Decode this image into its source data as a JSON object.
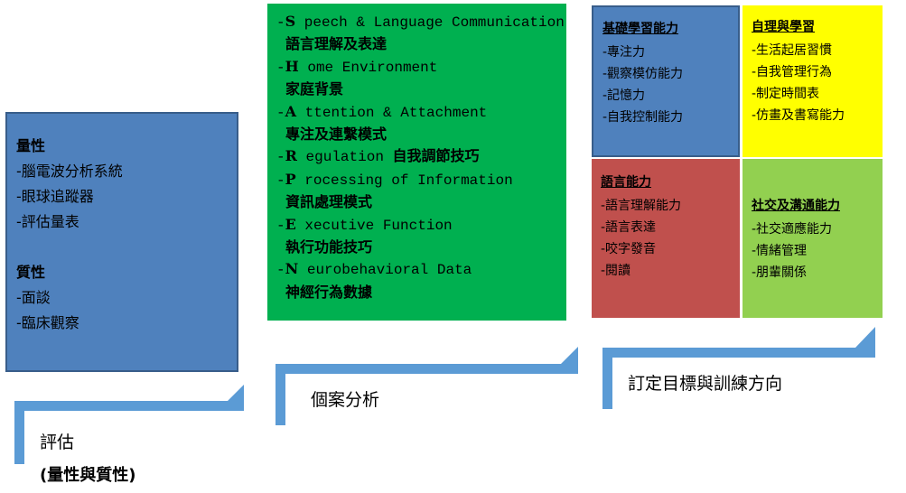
{
  "assessment": {
    "quantitative_title": "量性",
    "quantitative_items": [
      "-腦電波分析系統",
      "-眼球追蹤器",
      "-評估量表"
    ],
    "qualitative_title": "質性",
    "qualitative_items": [
      "-面談",
      "-臨床觀察"
    ],
    "label_line1": "評估",
    "label_line2": "(量性與質性)"
  },
  "case_analysis": {
    "items": [
      {
        "dash": "-",
        "letter": "S",
        "rest": " peech & Language Communication",
        "zh_inline": "",
        "zh_line": "語言理解及表達"
      },
      {
        "dash": "-",
        "letter": "H",
        "rest": " ome Environment",
        "zh_inline": "",
        "zh_line": "家庭背景"
      },
      {
        "dash": "-",
        "letter": "A",
        "rest": " ttention & Attachment",
        "zh_inline": "",
        "zh_line": "專注及連繫模式"
      },
      {
        "dash": "-",
        "letter": "R",
        "rest": " egulation ",
        "zh_inline": "自我調節技巧",
        "zh_line": ""
      },
      {
        "dash": "-",
        "letter": "P",
        "rest": " rocessing of Information",
        "zh_inline": "",
        "zh_line": "資訊處理模式"
      },
      {
        "dash": "-",
        "letter": "E",
        "rest": " xecutive Function",
        "zh_inline": "",
        "zh_line": "執行功能技巧"
      },
      {
        "dash": "-",
        "letter": "N",
        "rest": " eurobehavioral Data",
        "zh_inline": "",
        "zh_line": "神經行為數據"
      }
    ],
    "label": "個案分析"
  },
  "goals": {
    "foundation": {
      "title": "基礎學習能力",
      "items": [
        "-專注力",
        "-觀察模仿能力",
        "-記憶力",
        "-自我控制能力"
      ]
    },
    "self_care": {
      "title": "自理與學習",
      "items": [
        "-生活起居習慣",
        "-自我管理行為",
        "-制定時間表",
        "-仿畫及書寫能力"
      ]
    },
    "language": {
      "title": "語言能力",
      "items": [
        "-語言理解能力",
        "-語言表達",
        "-咬字發音",
        "-閱讀"
      ]
    },
    "social": {
      "title": "社交及溝通能力",
      "items": [
        "-社交適應能力",
        "-情緒管理",
        "-朋輩關係"
      ]
    },
    "label": "訂定目標與訓練方向"
  },
  "colors": {
    "blue": "#4F81BD",
    "green": "#00B050",
    "yellow": "#FFFF00",
    "red": "#C0504D",
    "light_green": "#92D050",
    "arrow": "#5B9BD5"
  }
}
